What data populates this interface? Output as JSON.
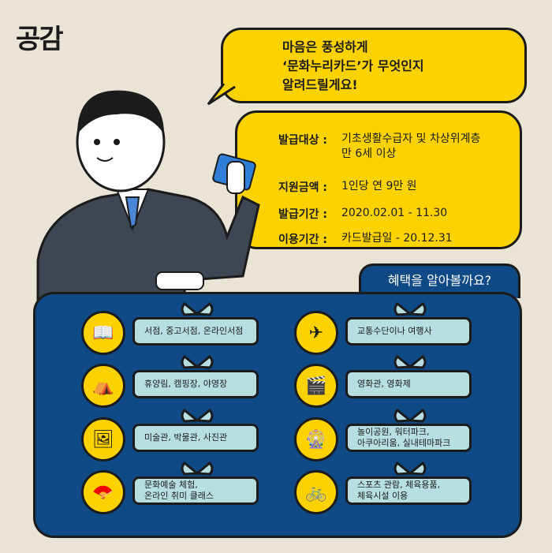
{
  "logo": "공감",
  "bubble": {
    "line1": "마음은 풍성하게",
    "line2": "‘문화누리카드’가 무엇인지",
    "line3": "알려드릴게요!"
  },
  "info": [
    {
      "key": "발급대상 :",
      "value": "기초생활수급자 및 차상위계층\n만 6세 이상"
    },
    {
      "key": "지원금액 :",
      "value": "1인당 연 9만 원"
    },
    {
      "key": "발급기간 :",
      "value": "2020.02.01 - 11.30"
    },
    {
      "key": "이용기간 :",
      "value": "카드발급일 - 20.12.31"
    }
  ],
  "benefits_title": "혜택을 알아볼까요?",
  "benefits": [
    {
      "icon": "book-icon",
      "glyph": "📖",
      "label": "서점, 중고서점, 온라인서점"
    },
    {
      "icon": "airplane-icon",
      "glyph": "✈",
      "label": "교통수단이나 여행사"
    },
    {
      "icon": "camping-icon",
      "glyph": "⛺",
      "label": "휴양림, 캠핑장, 야영장"
    },
    {
      "icon": "clapperboard-icon",
      "glyph": "🎬",
      "label": "영화관, 영화제"
    },
    {
      "icon": "picture-icon",
      "glyph": "🖼",
      "label": "미술관, 박물관, 사진관"
    },
    {
      "icon": "ferris-wheel-icon",
      "glyph": "🎡",
      "label": "놀이공원, 워터파크,\n아쿠아리움, 실내테마파크"
    },
    {
      "icon": "fan-icon",
      "glyph": "🪭",
      "label": "문화예술 체험,\n온라인 취미 클래스"
    },
    {
      "icon": "bicycle-icon",
      "glyph": "🚲",
      "label": "스포츠 관람, 체육용품,\n체육시설 이용"
    }
  ],
  "colors": {
    "yellow": "#fcd200",
    "navy": "#0f4a86",
    "lightblue": "#b7dfe2",
    "bg": "#e9e4d5"
  }
}
